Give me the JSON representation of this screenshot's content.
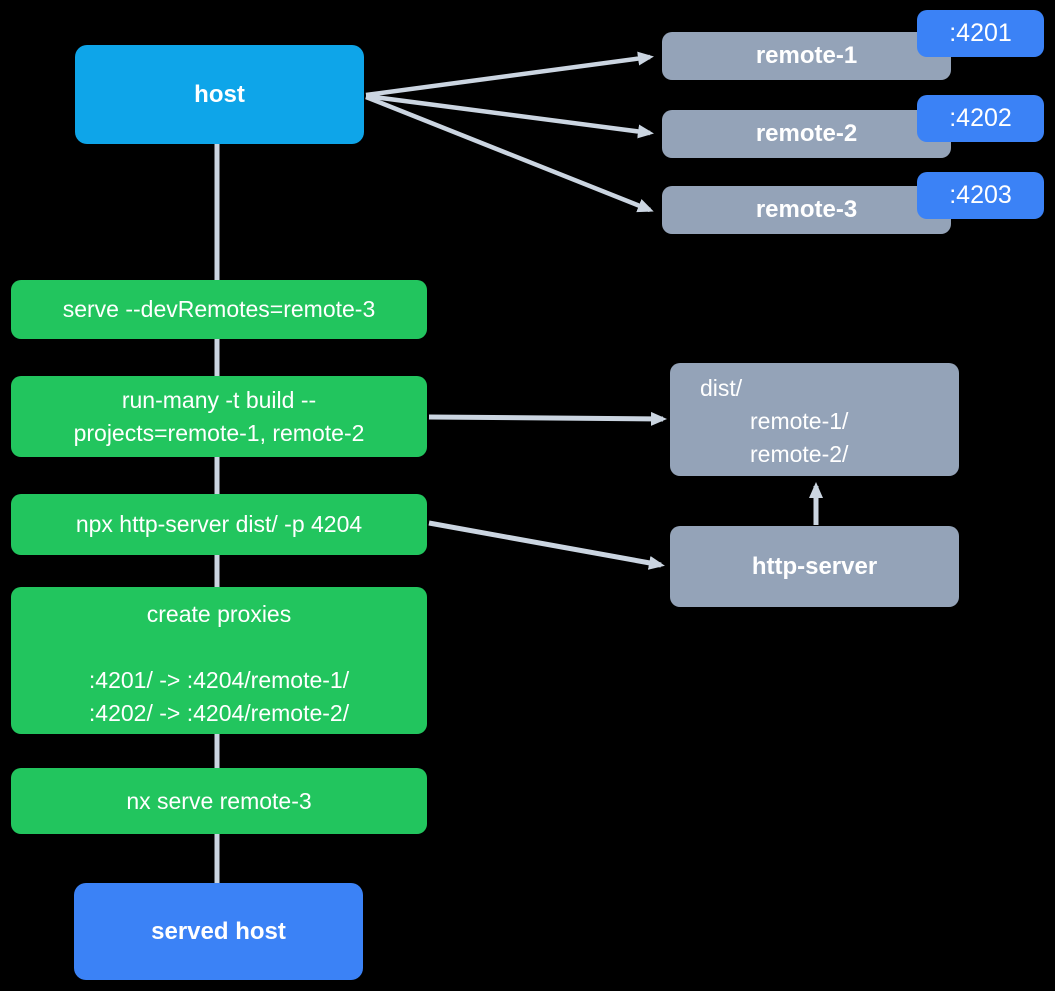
{
  "colors": {
    "background": "#000000",
    "host": "#0ea5e9",
    "remote": "#94a3b8",
    "port_badge": "#3b82f6",
    "step": "#22c55e",
    "served_host": "#3b82f6",
    "connector": "#cbd5e1",
    "text": "#ffffff"
  },
  "host": {
    "label": "host"
  },
  "remotes": [
    {
      "label": "remote-1",
      "port": ":4201"
    },
    {
      "label": "remote-2",
      "port": ":4202"
    },
    {
      "label": "remote-3",
      "port": ":4203"
    }
  ],
  "steps": [
    {
      "lines": [
        "serve --devRemotes=remote-3"
      ]
    },
    {
      "lines": [
        "run-many -t build --",
        "projects=remote-1, remote-2"
      ]
    },
    {
      "lines": [
        "npx http-server dist/ -p 4204"
      ]
    },
    {
      "title": "create proxies",
      "lines": [
        ":4201/ -> :4204/remote-1/",
        ":4202/ -> :4204/remote-2/"
      ]
    },
    {
      "lines": [
        "nx serve remote-3"
      ]
    }
  ],
  "dist": {
    "lines": [
      "dist/",
      "remote-1/",
      "remote-2/"
    ]
  },
  "http_server": {
    "label": "http-server"
  },
  "served_host": {
    "label": "served host"
  },
  "edges": [
    {
      "from": "host",
      "to": "remote-1",
      "arrow": true
    },
    {
      "from": "host",
      "to": "remote-2",
      "arrow": true
    },
    {
      "from": "host",
      "to": "remote-3",
      "arrow": true
    },
    {
      "from": "host",
      "to": "served-host",
      "arrow": false
    },
    {
      "from": "step-run-many-build",
      "to": "dist",
      "arrow": true
    },
    {
      "from": "step-npx-http-server",
      "to": "http-server",
      "arrow": true
    },
    {
      "from": "http-server",
      "to": "dist",
      "arrow": true
    }
  ]
}
